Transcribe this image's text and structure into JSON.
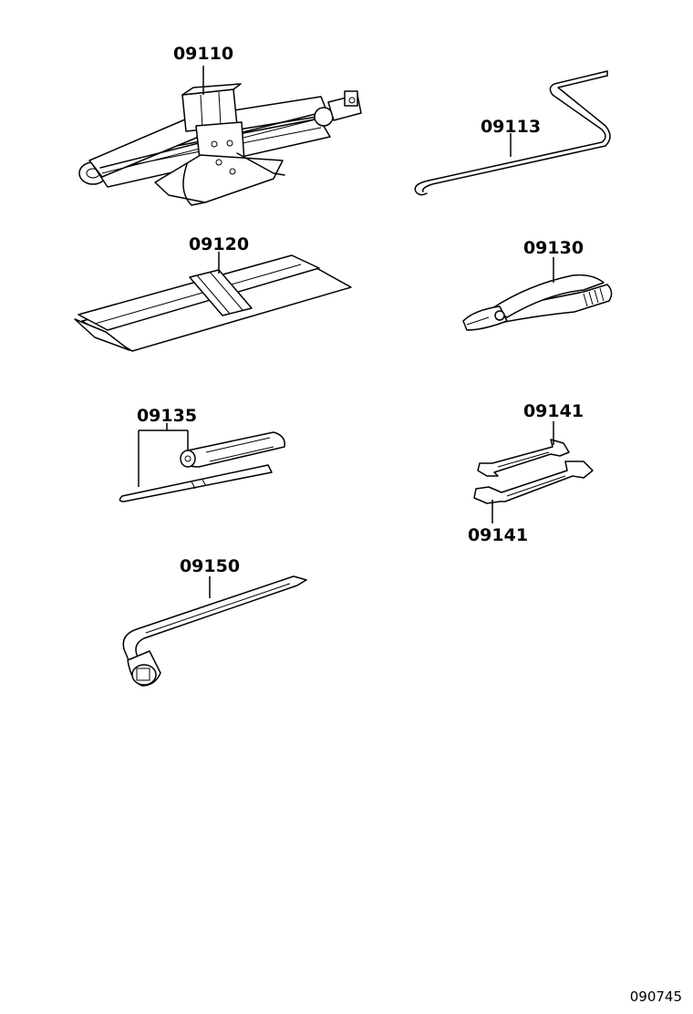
{
  "parts": {
    "jack": "09110",
    "jack_handle": "09113",
    "tool_bag": "09120",
    "pliers": "09130",
    "screwdriver": "09135",
    "wrench_upper": "09141",
    "wrench_lower": "09141",
    "lug_wrench": "09150"
  },
  "drawing_code": "090745"
}
